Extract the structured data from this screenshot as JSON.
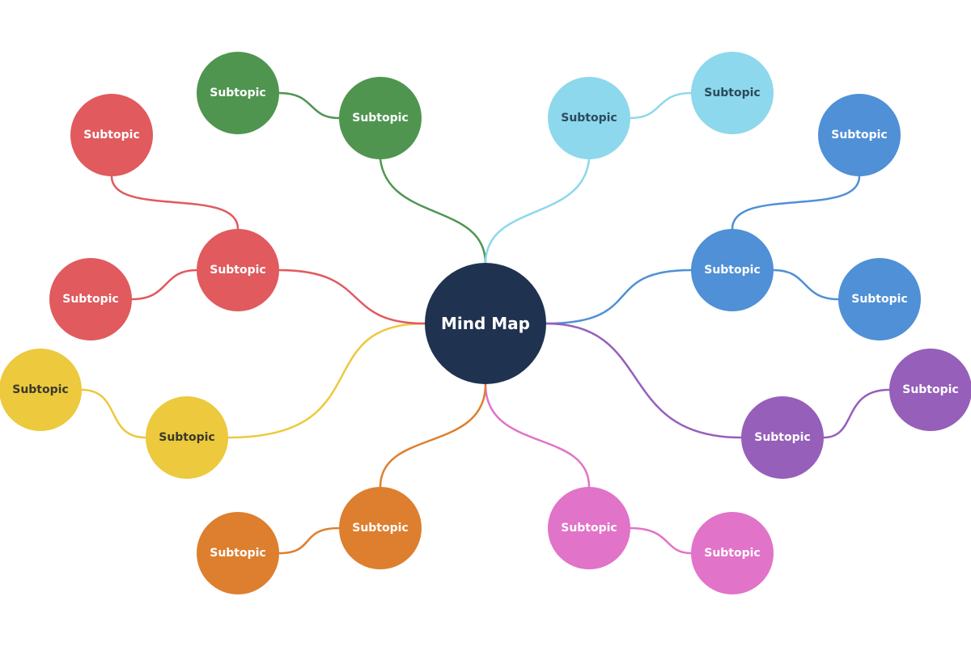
{
  "center": {
    "label": "Mind Map",
    "color": "#1f3350",
    "text_color": "#ffffff"
  },
  "branches": [
    {
      "name": "green",
      "color": "#4f9550",
      "text_color": "#ffffff",
      "nodes": [
        {
          "id": "green-main",
          "label": "Subtopic"
        },
        {
          "id": "green-sub",
          "label": "Subtopic"
        }
      ]
    },
    {
      "name": "light-blue",
      "color": "#8dd8ec",
      "text_color": "#2c4a5e",
      "nodes": [
        {
          "id": "lightblue-main",
          "label": "Subtopic"
        },
        {
          "id": "lightblue-sub",
          "label": "Subtopic"
        }
      ]
    },
    {
      "name": "blue",
      "color": "#4f90d6",
      "text_color": "#ffffff",
      "nodes": [
        {
          "id": "blue-main",
          "label": "Subtopic"
        },
        {
          "id": "blue-sub-top",
          "label": "Subtopic"
        },
        {
          "id": "blue-sub-bottom",
          "label": "Subtopic"
        }
      ]
    },
    {
      "name": "purple",
      "color": "#955fba",
      "text_color": "#ffffff",
      "nodes": [
        {
          "id": "purple-main",
          "label": "Subtopic"
        },
        {
          "id": "purple-sub",
          "label": "Subtopic"
        }
      ]
    },
    {
      "name": "pink",
      "color": "#e173c8",
      "text_color": "#ffffff",
      "nodes": [
        {
          "id": "pink-main",
          "label": "Subtopic"
        },
        {
          "id": "pink-sub",
          "label": "Subtopic"
        }
      ]
    },
    {
      "name": "orange",
      "color": "#dd7f2f",
      "text_color": "#ffffff",
      "nodes": [
        {
          "id": "orange-main",
          "label": "Subtopic"
        },
        {
          "id": "orange-sub",
          "label": "Subtopic"
        }
      ]
    },
    {
      "name": "yellow",
      "color": "#ecc93d",
      "text_color": "#3a3a2a",
      "nodes": [
        {
          "id": "yellow-main",
          "label": "Subtopic"
        },
        {
          "id": "yellow-sub",
          "label": "Subtopic"
        }
      ]
    },
    {
      "name": "red",
      "color": "#e05a5e",
      "text_color": "#ffffff",
      "nodes": [
        {
          "id": "red-main",
          "label": "Subtopic"
        },
        {
          "id": "red-sub-top",
          "label": "Subtopic"
        },
        {
          "id": "red-sub-bottom",
          "label": "Subtopic"
        }
      ]
    }
  ]
}
